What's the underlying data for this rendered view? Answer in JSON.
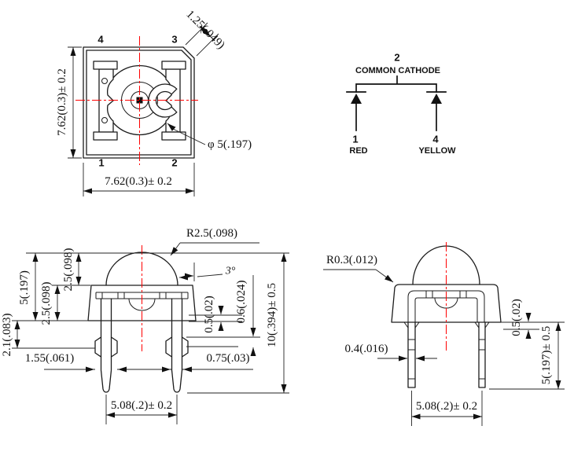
{
  "colors": {
    "red": "#e02a1f",
    "orange": "#ed7d31",
    "centerline": "#ff0000",
    "line": "#1c1c1c"
  },
  "top_view": {
    "pin_1": "1",
    "pin_2": "2",
    "pin_3": "3",
    "pin_4": "4",
    "dim_height": "7.62(0.3)± 0.2",
    "dim_width": "7.62(0.3)± 0.2",
    "dim_corner": "1.25(.049)",
    "dim_lens_dia": "φ 5(.197)"
  },
  "schematic": {
    "pin_2": "2",
    "title": "COMMON CATHODE",
    "pin_1": "1",
    "label_red": "RED",
    "pin_4": "4",
    "label_yellow": "YELLOW"
  },
  "front_view": {
    "dim_lens_radius": "R2.5(.098)",
    "dim_angle": "3°",
    "dim_dome_height": "2.5(.098)",
    "dim_body_height": "2.5(.098)",
    "dim_head_height": "5(.197)",
    "dim_standoff": "2.1(.083)",
    "dim_wing_width": "1.55(.061)",
    "dim_step": "0.5(.02)",
    "dim_notch": "0.6(.024)",
    "dim_lead_width": "0.75(.03)",
    "dim_total_height": "10(.394)± 0.5",
    "dim_pitch": "5.08(.2)± 0.2"
  },
  "side_view": {
    "dim_edge_radius": "R0.3(.012)",
    "dim_lead_thickness": "0.4(.016)",
    "dim_step": "0.5(.02)",
    "dim_lead_length": "5(.197)± 0.5",
    "dim_pitch": "5.08(.2)± 0.2"
  }
}
